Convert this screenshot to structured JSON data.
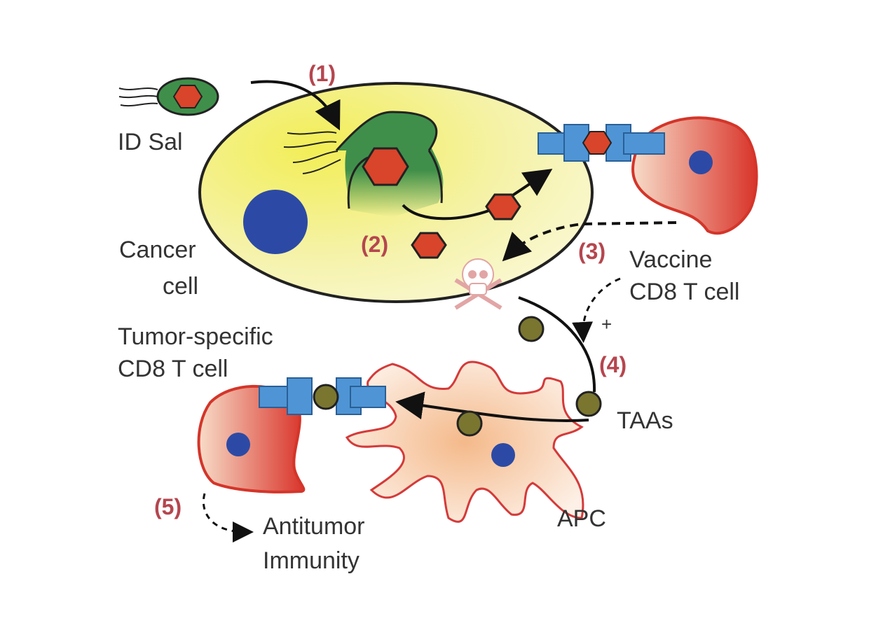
{
  "labels": {
    "id_sal": "ID Sal",
    "cancer_1": "Cancer",
    "cancer_2": "cell",
    "vaccine_1": "Vaccine",
    "vaccine_2": "CD8 T cell",
    "tumor_1": "Tumor-specific",
    "tumor_2": "CD8 T cell",
    "taas": "TAAs",
    "apc": "APC",
    "antitumor_1": "Antitumor",
    "antitumor_2": "Immunity",
    "plus": "+"
  },
  "steps": [
    "(1)",
    "(2)",
    "(3)",
    "(4)",
    "(5)"
  ],
  "colors": {
    "cancer_fill": "#f3ef9a",
    "bacteria": "#3f8f4a",
    "antigen": "#d8452a",
    "nucleus": "#2c4aa5",
    "receptor": "#4f95d6",
    "taa": "#7a7630",
    "tcell": "#d9432f",
    "step_label": "#b5464f"
  }
}
